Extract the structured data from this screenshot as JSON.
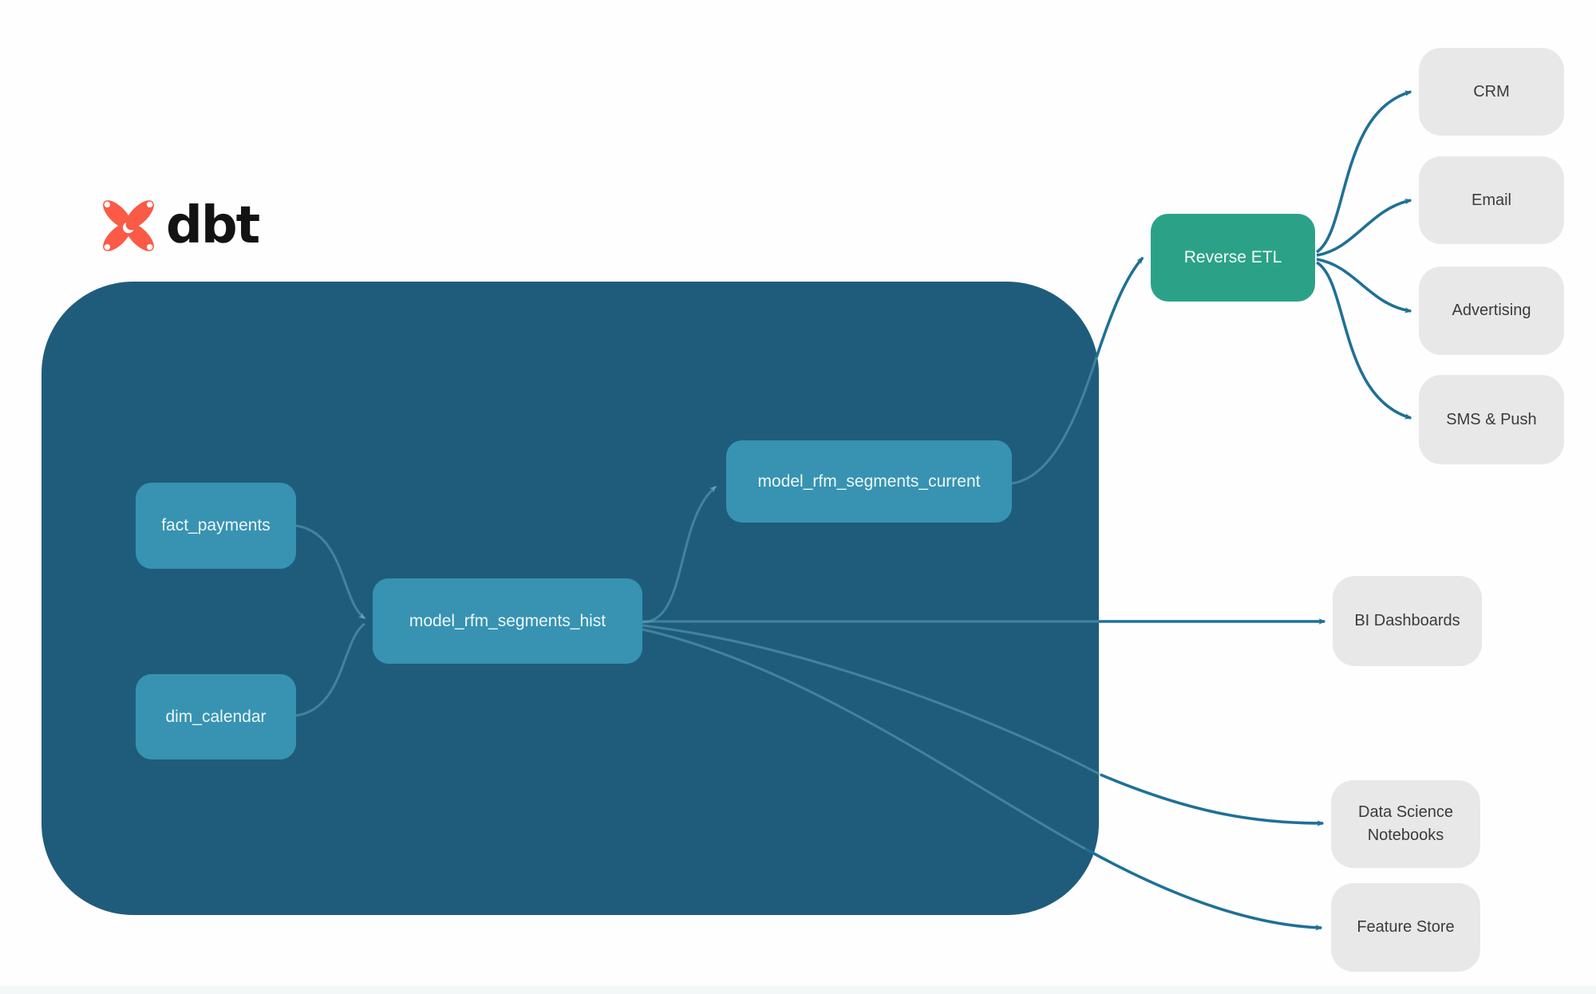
{
  "logo": {
    "text": "dbt"
  },
  "nodes": {
    "fact_payments": {
      "label": "fact_payments"
    },
    "dim_calendar": {
      "label": "dim_calendar"
    },
    "model_hist": {
      "label": "model_rfm_segments_hist"
    },
    "model_current": {
      "label": "model_rfm_segments_current"
    },
    "reverse_etl": {
      "label": "Reverse ETL"
    }
  },
  "destinations": {
    "crm": {
      "label": "CRM"
    },
    "email": {
      "label": "Email"
    },
    "advertising": {
      "label": "Advertising"
    },
    "sms_push": {
      "label": "SMS & Push"
    },
    "bi_dashboards": {
      "label": "BI Dashboards"
    },
    "ds_notebooks": {
      "label": "Data Science Notebooks"
    },
    "feature_store": {
      "label": "Feature Store"
    }
  },
  "colors": {
    "container": "#1f5c7c",
    "model_node": "#3793b1",
    "reverse_etl": "#2ba287",
    "destination_box": "#e8e8e8",
    "edge_outer": "#1f7096",
    "edge_inner": "#63a9bf",
    "logo_orange": "#fb5a46"
  }
}
